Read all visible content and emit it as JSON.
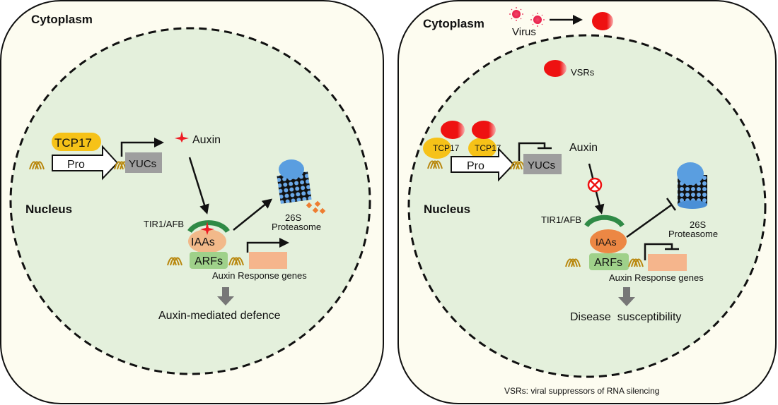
{
  "colors": {
    "cytoplasm_bg": "#fdfcf0",
    "nucleus_bg": "#e4f0dc",
    "tcp17": "#f6c218",
    "yucs_box": "#9e9e9e",
    "auxin_star": "#ee1c24",
    "tir1": "#2f8a46",
    "iaas_left": "#f2b98a",
    "iaas_right": "#ec8744",
    "arfs": "#9fd18a",
    "response_gene": "#f5b58c",
    "proteasome": "#4a8fd6",
    "vsr": "#ee1111",
    "dna": "#b8860b",
    "disease_text": "#ee1c24"
  },
  "left_panel": {
    "cytoplasm_label": "Cytoplasm",
    "nucleus_label": "Nucleus",
    "tcp17": "TCP17",
    "promoter": "Pro",
    "yucs": "YUCs",
    "auxin": "Auxin",
    "tir1": "TIR1/AFB",
    "iaas": "IAAs",
    "arfs": "ARFs",
    "proteasome_line1": "26S",
    "proteasome_line2": "Proteasome",
    "response_genes": "Auxin Response genes",
    "outcome": "Auxin-mediated defence"
  },
  "right_panel": {
    "cytoplasm_label": "Cytoplasm",
    "virus": "Virus",
    "vsrs": "VSRs",
    "nucleus_label": "Nucleus",
    "tcp17_a": "TCP17",
    "tcp17_b": "TCP17",
    "promoter": "Pro",
    "yucs": "YUCs",
    "auxin": "Auxin",
    "tir1": "TIR1/AFB",
    "iaas": "IAAs",
    "arfs": "ARFs",
    "proteasome_line1": "26S",
    "proteasome_line2": "Proteasome",
    "response_genes": "Auxin Response genes",
    "outcome": "Disease  susceptibility",
    "footnote": "VSRs: viral suppressors of RNA silencing"
  }
}
